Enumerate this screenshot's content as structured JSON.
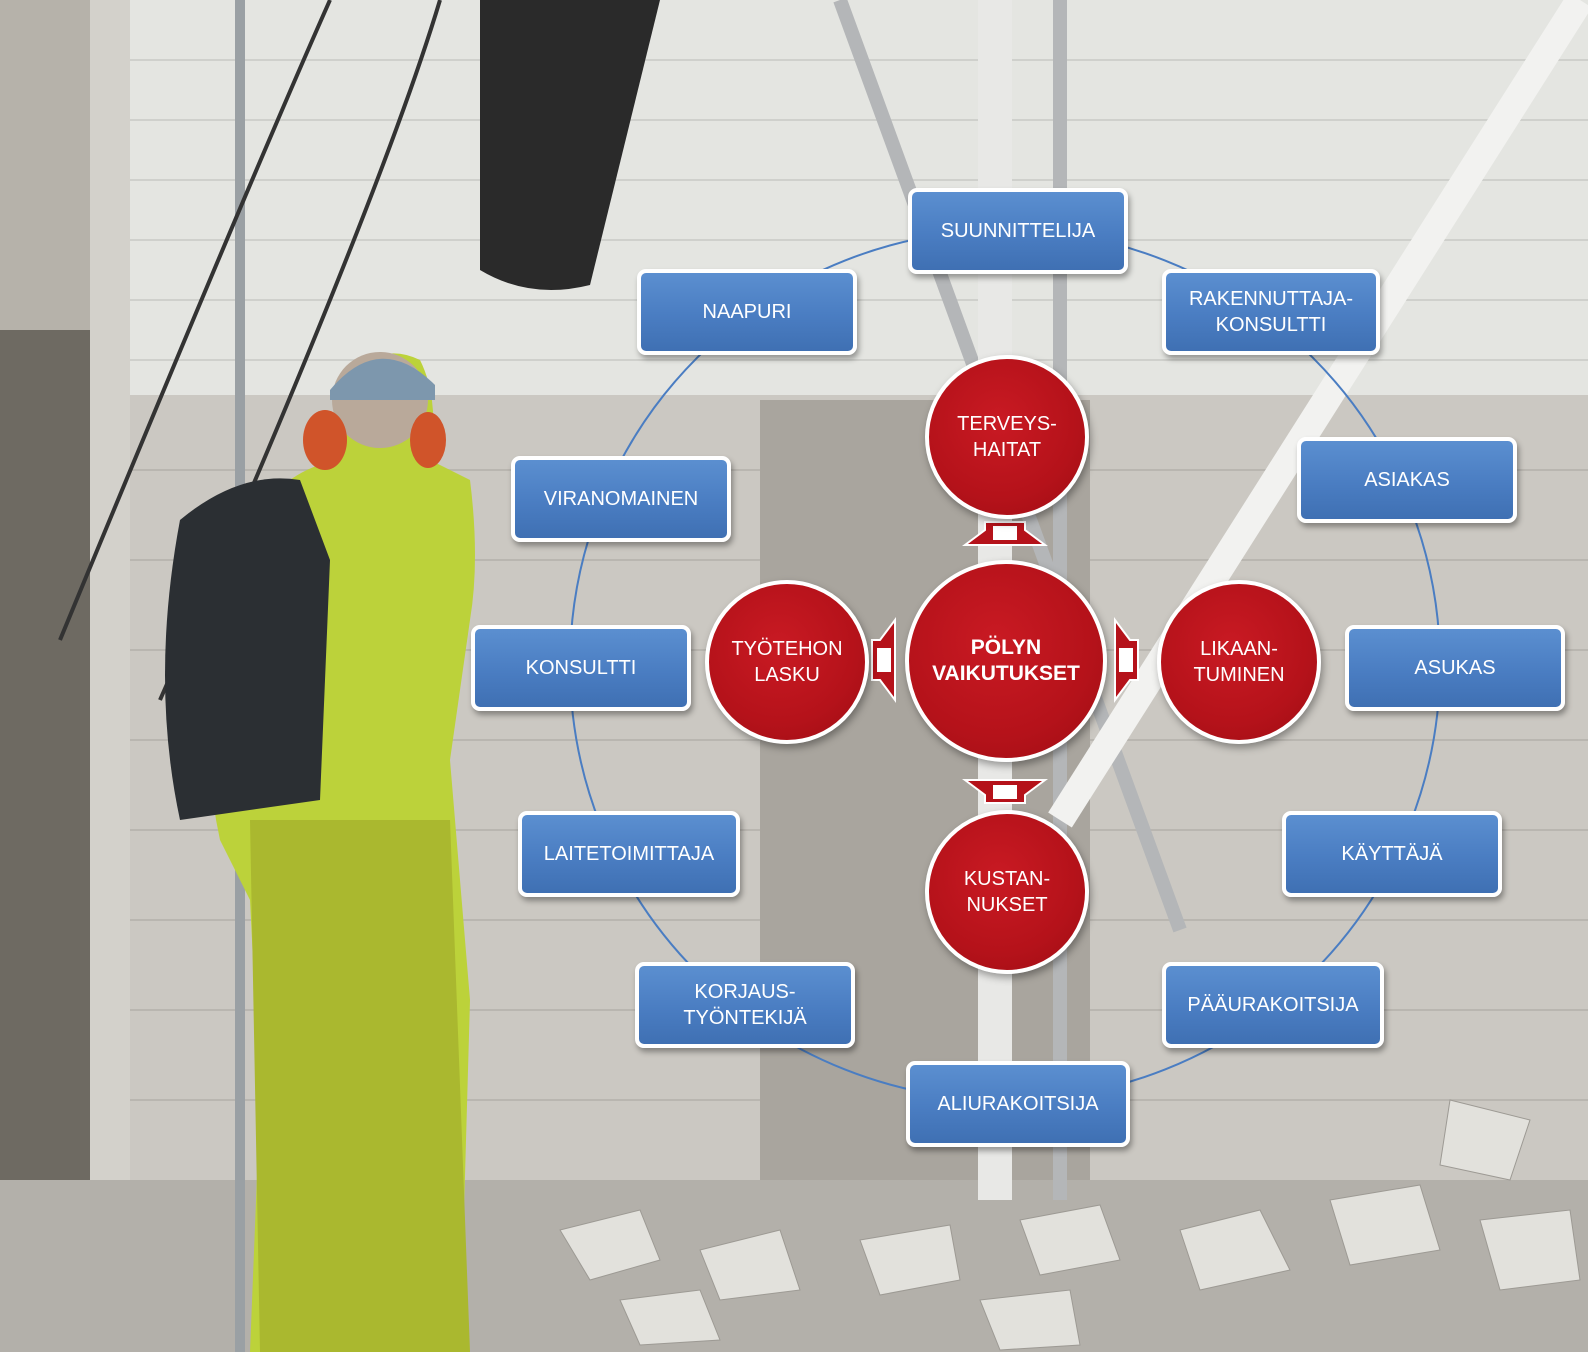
{
  "colors": {
    "node_fill": "#4a7dc2",
    "impact_fill": "#b5121a",
    "connector": "#4a7dc2",
    "border": "#ffffff"
  },
  "center": {
    "label": "PÖLYN\nVAIKUTUKSET"
  },
  "impacts": {
    "top": "TERVEYS-\nHAITAT",
    "left": "TYÖTEHON\nLASKU",
    "right": "LIKAAN-\nTUMINEN",
    "bottom": "KUSTAN-\nNUKSET"
  },
  "stakeholders": [
    "SUUNNITTELIJA",
    "RAKENNUTTAJA-\nKONSULTTI",
    "ASIAKAS",
    "ASUKAS",
    "KÄYTTÄJÄ",
    "PÄÄURAKOITSIJA",
    "ALIURAKOITSIJA",
    "KORJAUS-\nTYÖNTEKIJÄ",
    "LAITETOIMITTAJA",
    "KONSULTTI",
    "VIRANOMAINEN",
    "NAAPURI"
  ]
}
